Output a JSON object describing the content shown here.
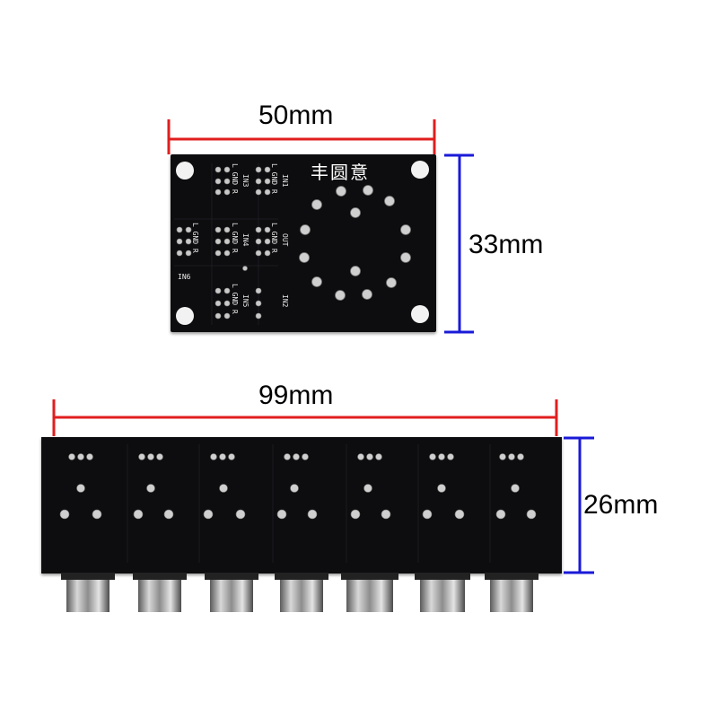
{
  "dimensions": {
    "top_width": "50mm",
    "top_height": "33mm",
    "bottom_width": "99mm",
    "bottom_height": "26mm"
  },
  "board_top": {
    "brand_text": "丰圆意",
    "labels": {
      "in3": "IN3",
      "in1": "IN1",
      "in4": "IN4",
      "out": "OUT",
      "in5": "IN5",
      "in2": "IN2",
      "in6": "IN6",
      "lgndr": "L GND R"
    }
  },
  "colors": {
    "dimension_red": "#e01e1e",
    "dimension_blue": "#1a1ad8",
    "pcb_black": "#0d0d0f",
    "pad_silver": "#c9c9c9",
    "jack_metal": "#9a9a9a"
  }
}
